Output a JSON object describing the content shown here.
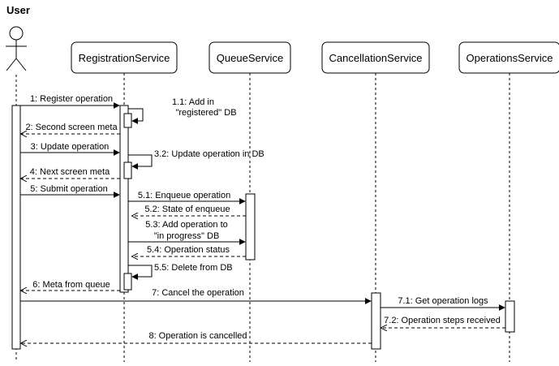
{
  "actor": {
    "label": "User"
  },
  "participants": [
    {
      "id": "registration",
      "label": "RegistrationService"
    },
    {
      "id": "queue",
      "label": "QueueService"
    },
    {
      "id": "cancellation",
      "label": "CancellationService"
    },
    {
      "id": "operations",
      "label": "OperationsService"
    }
  ],
  "messages": [
    {
      "id": "m1",
      "text": "1: Register operation",
      "kind": "sync"
    },
    {
      "id": "m1_1",
      "lines": [
        "1.1: Add in",
        "\"registered\" DB"
      ],
      "kind": "self"
    },
    {
      "id": "m2",
      "text": "2: Second screen meta",
      "kind": "return"
    },
    {
      "id": "m3",
      "text": "3: Update operation",
      "kind": "sync"
    },
    {
      "id": "m3_2",
      "text": "3.2: Update operation in DB",
      "kind": "self"
    },
    {
      "id": "m4",
      "text": "4: Next screen meta",
      "kind": "return"
    },
    {
      "id": "m5",
      "text": "5: Submit operation",
      "kind": "sync"
    },
    {
      "id": "m5_1",
      "text": "5.1: Enqueue operation",
      "kind": "sync"
    },
    {
      "id": "m5_2",
      "text": "5.2: State of enqueue",
      "kind": "return"
    },
    {
      "id": "m5_3",
      "lines": [
        "5.3: Add operation to",
        "\"in progress\" DB"
      ],
      "kind": "sync"
    },
    {
      "id": "m5_4",
      "text": "5.4: Operation status",
      "kind": "return"
    },
    {
      "id": "m5_5",
      "text": "5.5: Delete from DB",
      "kind": "self"
    },
    {
      "id": "m6",
      "text": "6: Meta from queue",
      "kind": "return"
    },
    {
      "id": "m7",
      "text": "7: Cancel the operation",
      "kind": "sync"
    },
    {
      "id": "m7_1",
      "text": "7.1: Get operation logs",
      "kind": "sync"
    },
    {
      "id": "m7_2",
      "text": "7.2: Operation steps received",
      "kind": "return"
    },
    {
      "id": "m8",
      "text": "8: Operation is cancelled",
      "kind": "return"
    }
  ]
}
